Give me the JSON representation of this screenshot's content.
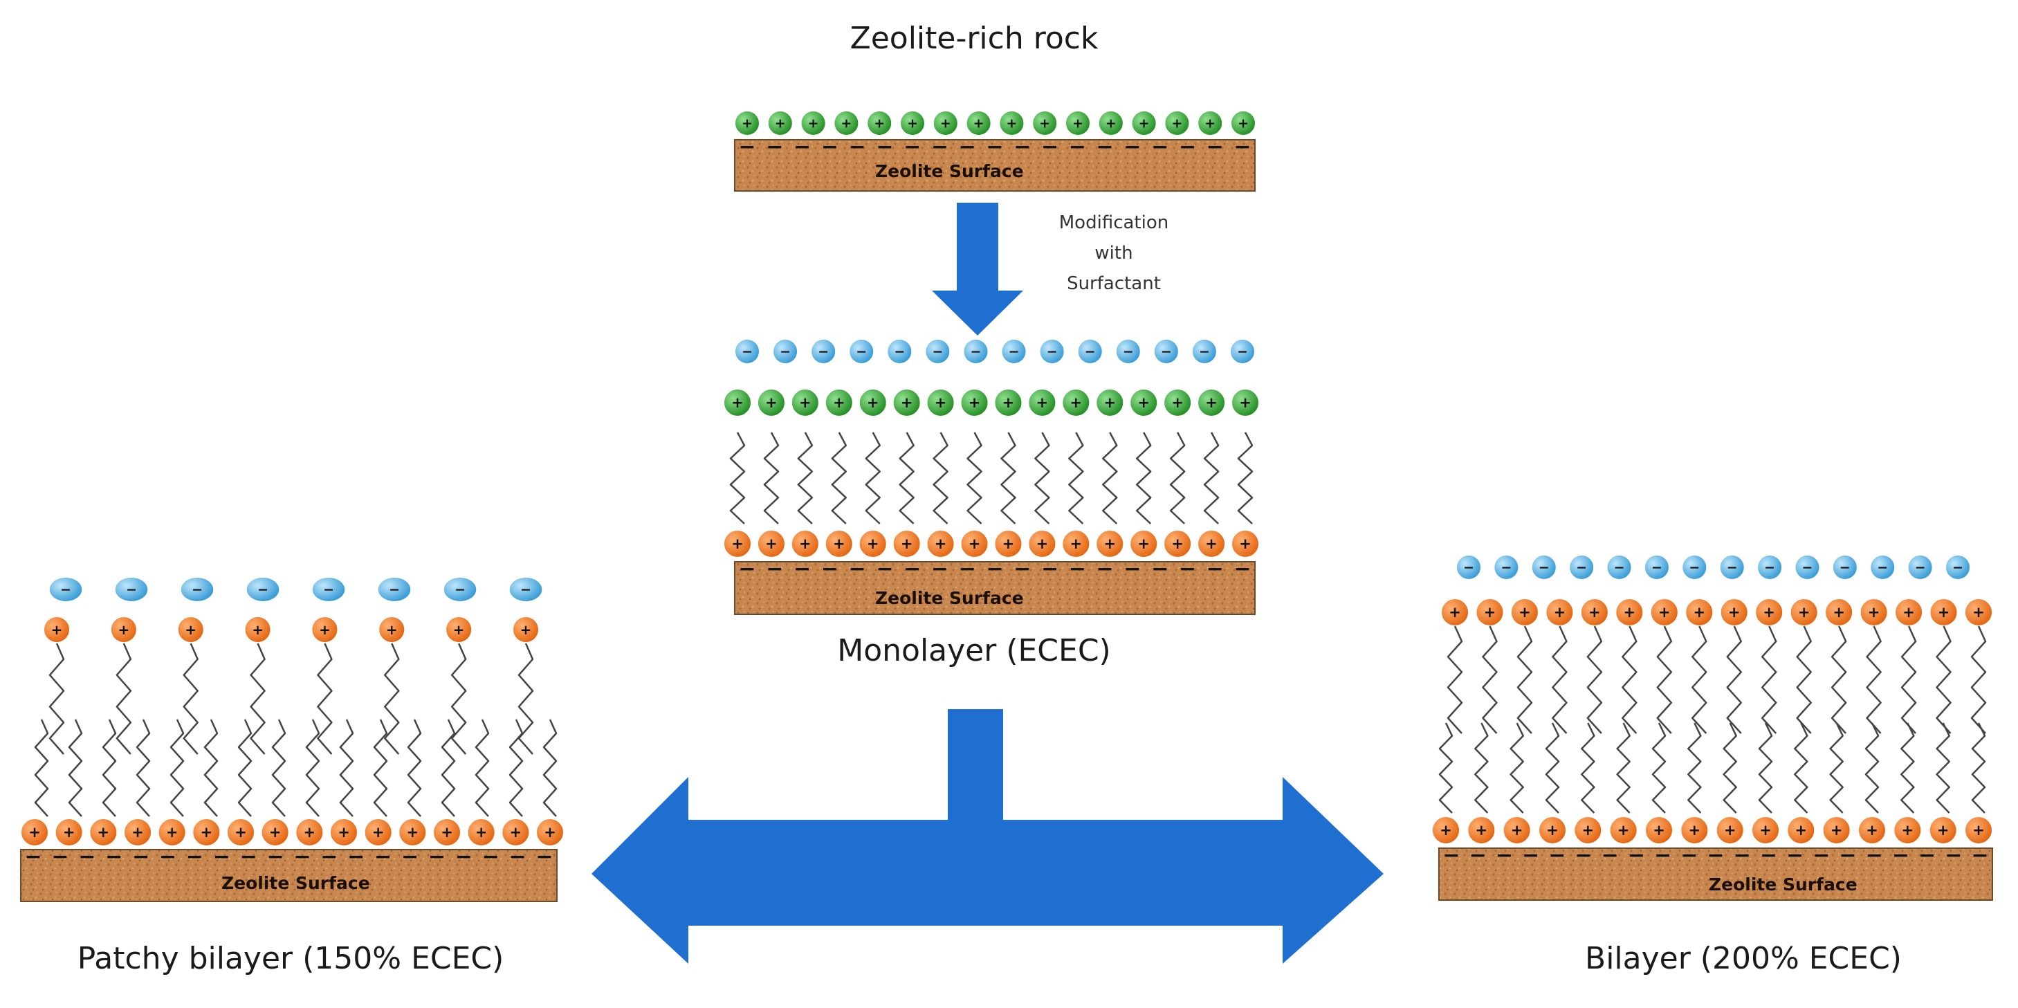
{
  "title": "Zeolite-rich rock",
  "modification_lines": [
    "Modification",
    "with",
    "Surfactant"
  ],
  "surface_label": "Zeolite Surface",
  "panels": {
    "top": {
      "caption": ""
    },
    "monolayer": {
      "caption": "Monolayer (ECEC)"
    },
    "patchy": {
      "caption": "Patchy bilayer (150% ECEC)"
    },
    "bilayer": {
      "caption": "Bilayer (200% ECEC)"
    }
  },
  "symbols": {
    "positive": "+",
    "negative": "−"
  },
  "colors": {
    "surface": "#c8874f",
    "cation_green": "#2e9e2e",
    "surfactant_head": "#f07a1e",
    "anion_blue": "#3fa9e0",
    "arrow": "#1f6fd1",
    "tail": "#444444"
  }
}
